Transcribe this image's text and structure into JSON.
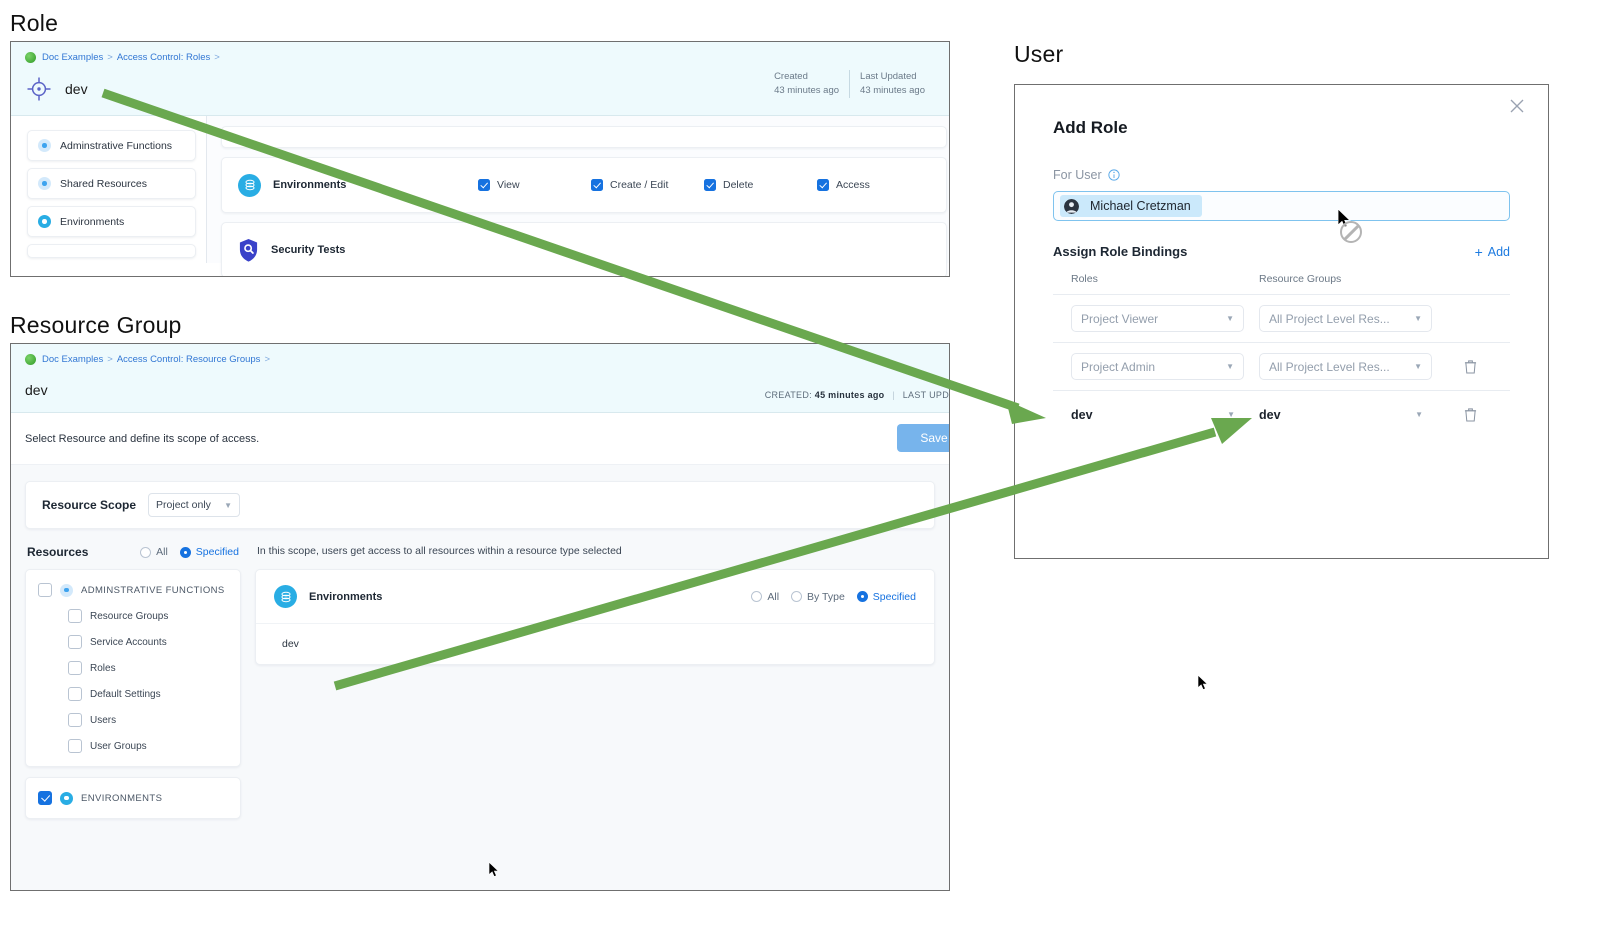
{
  "captions": {
    "role": "Role",
    "resource_group": "Resource Group",
    "user": "User"
  },
  "role_panel": {
    "breadcrumb": {
      "project": "Doc Examples",
      "sep1": ">",
      "section": "Access Control: Roles",
      "sep2": ">"
    },
    "title": "dev",
    "meta": [
      {
        "label": "Created",
        "value": "43 minutes ago"
      },
      {
        "label": "Last Updated",
        "value": "43 minutes ago"
      }
    ],
    "nav_items": [
      {
        "label": "Adminstrative Functions",
        "icon": "pale-dot-icon",
        "selected": false
      },
      {
        "label": "Shared Resources",
        "icon": "pale-dot-icon",
        "selected": false
      },
      {
        "label": "Environments",
        "icon": "solid-dot-icon",
        "selected": true
      }
    ],
    "permissions": [
      {
        "name": "Environments",
        "icon": "environments-icon",
        "options": [
          {
            "label": "View",
            "checked": true
          },
          {
            "label": "Create / Edit",
            "checked": true
          },
          {
            "label": "Delete",
            "checked": true
          },
          {
            "label": "Access",
            "checked": true
          }
        ]
      },
      {
        "name": "Security Tests",
        "icon": "shield-search-icon",
        "options": []
      }
    ]
  },
  "resource_group_panel": {
    "breadcrumb": {
      "project": "Doc Examples",
      "sep1": ">",
      "section": "Access Control: Resource Groups",
      "sep2": ">"
    },
    "title": "dev",
    "meta": {
      "created_label": "CREATED:",
      "created_value": "45 minutes ago",
      "separator": "|",
      "updated_label": "LAST UPD"
    },
    "hint": "Select Resource and define its scope of access.",
    "save_label": "Save",
    "scope": {
      "label": "Resource Scope",
      "value": "Project only"
    },
    "resources": {
      "header": "Resources",
      "modes": [
        {
          "label": "All",
          "selected": false
        },
        {
          "label": "Specified",
          "selected": true
        }
      ],
      "groups": [
        {
          "name": "ADMINSTRATIVE FUNCTIONS",
          "checked": false,
          "icon": "pale-dot-icon",
          "children": [
            {
              "label": "Resource Groups",
              "checked": false
            },
            {
              "label": "Service Accounts",
              "checked": false
            },
            {
              "label": "Roles",
              "checked": false
            },
            {
              "label": "Default Settings",
              "checked": false
            },
            {
              "label": "Users",
              "checked": false
            },
            {
              "label": "User Groups",
              "checked": false
            }
          ]
        },
        {
          "name": "ENVIRONMENTS",
          "checked": true,
          "icon": "solid-dot-icon",
          "children": []
        }
      ]
    },
    "scope_panel": {
      "description": "In this scope, users get access to all resources within a resource type selected",
      "card": {
        "name": "Environments",
        "icon": "environments-icon",
        "modes": [
          {
            "label": "All",
            "selected": false
          },
          {
            "label": "By Type",
            "selected": false
          },
          {
            "label": "Specified",
            "selected": true
          }
        ],
        "items": [
          "dev"
        ]
      }
    }
  },
  "user_dialog": {
    "close_icon": "close-icon",
    "title": "Add Role",
    "for_user_label": "For User",
    "info_icon": "info-icon",
    "selected_user": "Michael Cretzman",
    "bindings_title": "Assign Role Bindings",
    "add_label": "Add",
    "columns": [
      "Roles",
      "Resource Groups"
    ],
    "rows": [
      {
        "role": "Project Viewer",
        "resource_group": "All Project Level Res...",
        "style": "select",
        "deletable": false
      },
      {
        "role": "Project Admin",
        "resource_group": "All Project Level Res...",
        "style": "select",
        "deletable": true
      },
      {
        "role": "dev",
        "resource_group": "dev",
        "style": "plain",
        "deletable": true
      }
    ]
  },
  "colors": {
    "accent_blue": "#1672e0",
    "link_blue": "#3277d4",
    "cyan": "#29ade4",
    "arrow_green": "#6aa84f",
    "header_bg": "#eefafd"
  }
}
